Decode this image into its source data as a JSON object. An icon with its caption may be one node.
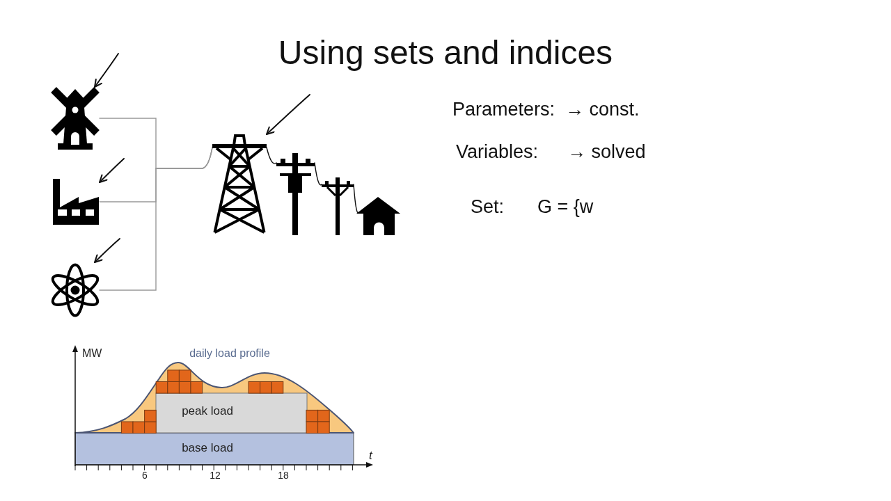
{
  "diagram": {
    "title": "Using sets and indices",
    "nodes": [
      {
        "text": [],
        "shape": "picture"
      },
      {
        "text": [],
        "shape": "picture"
      },
      {
        "text": [],
        "shape": "picture"
      },
      {
        "text": [],
        "shape": "picture"
      },
      {
        "text": [],
        "shape": "picture"
      },
      {
        "text": [],
        "shape": "picture"
      },
      {
        "text": [],
        "shape": "picture"
      }
    ],
    "edges": [
      {
        "from": 0,
        "to": 3,
        "arrow": "none",
        "color": "#999999"
      },
      {
        "from": 1,
        "to": 3,
        "arrow": "none",
        "color": "#999999"
      },
      {
        "from": 2,
        "to": 3,
        "arrow": "none",
        "color": "#999999"
      },
      {
        "from": 3,
        "to": 4,
        "arrow": "none"
      },
      {
        "from": 4,
        "to": 5,
        "arrow": "none"
      },
      {
        "from": 5,
        "to": 6,
        "arrow": "none"
      },
      {
        "from": null,
        "to": 0,
        "arrow": "to"
      },
      {
        "from": null,
        "to": 1,
        "arrow": "to"
      },
      {
        "from": null,
        "to": 2,
        "arrow": "to"
      },
      {
        "from": null,
        "to": 3,
        "arrow": "to"
      }
    ],
    "labels": [
      "Parameters:",
      "→ const.",
      "Variables:",
      "→ solved",
      "Set:",
      "G = {w",
      "MW",
      "daily load profile",
      "peak load",
      "base load",
      "t",
      "6",
      "12",
      "18"
    ]
  }
}
